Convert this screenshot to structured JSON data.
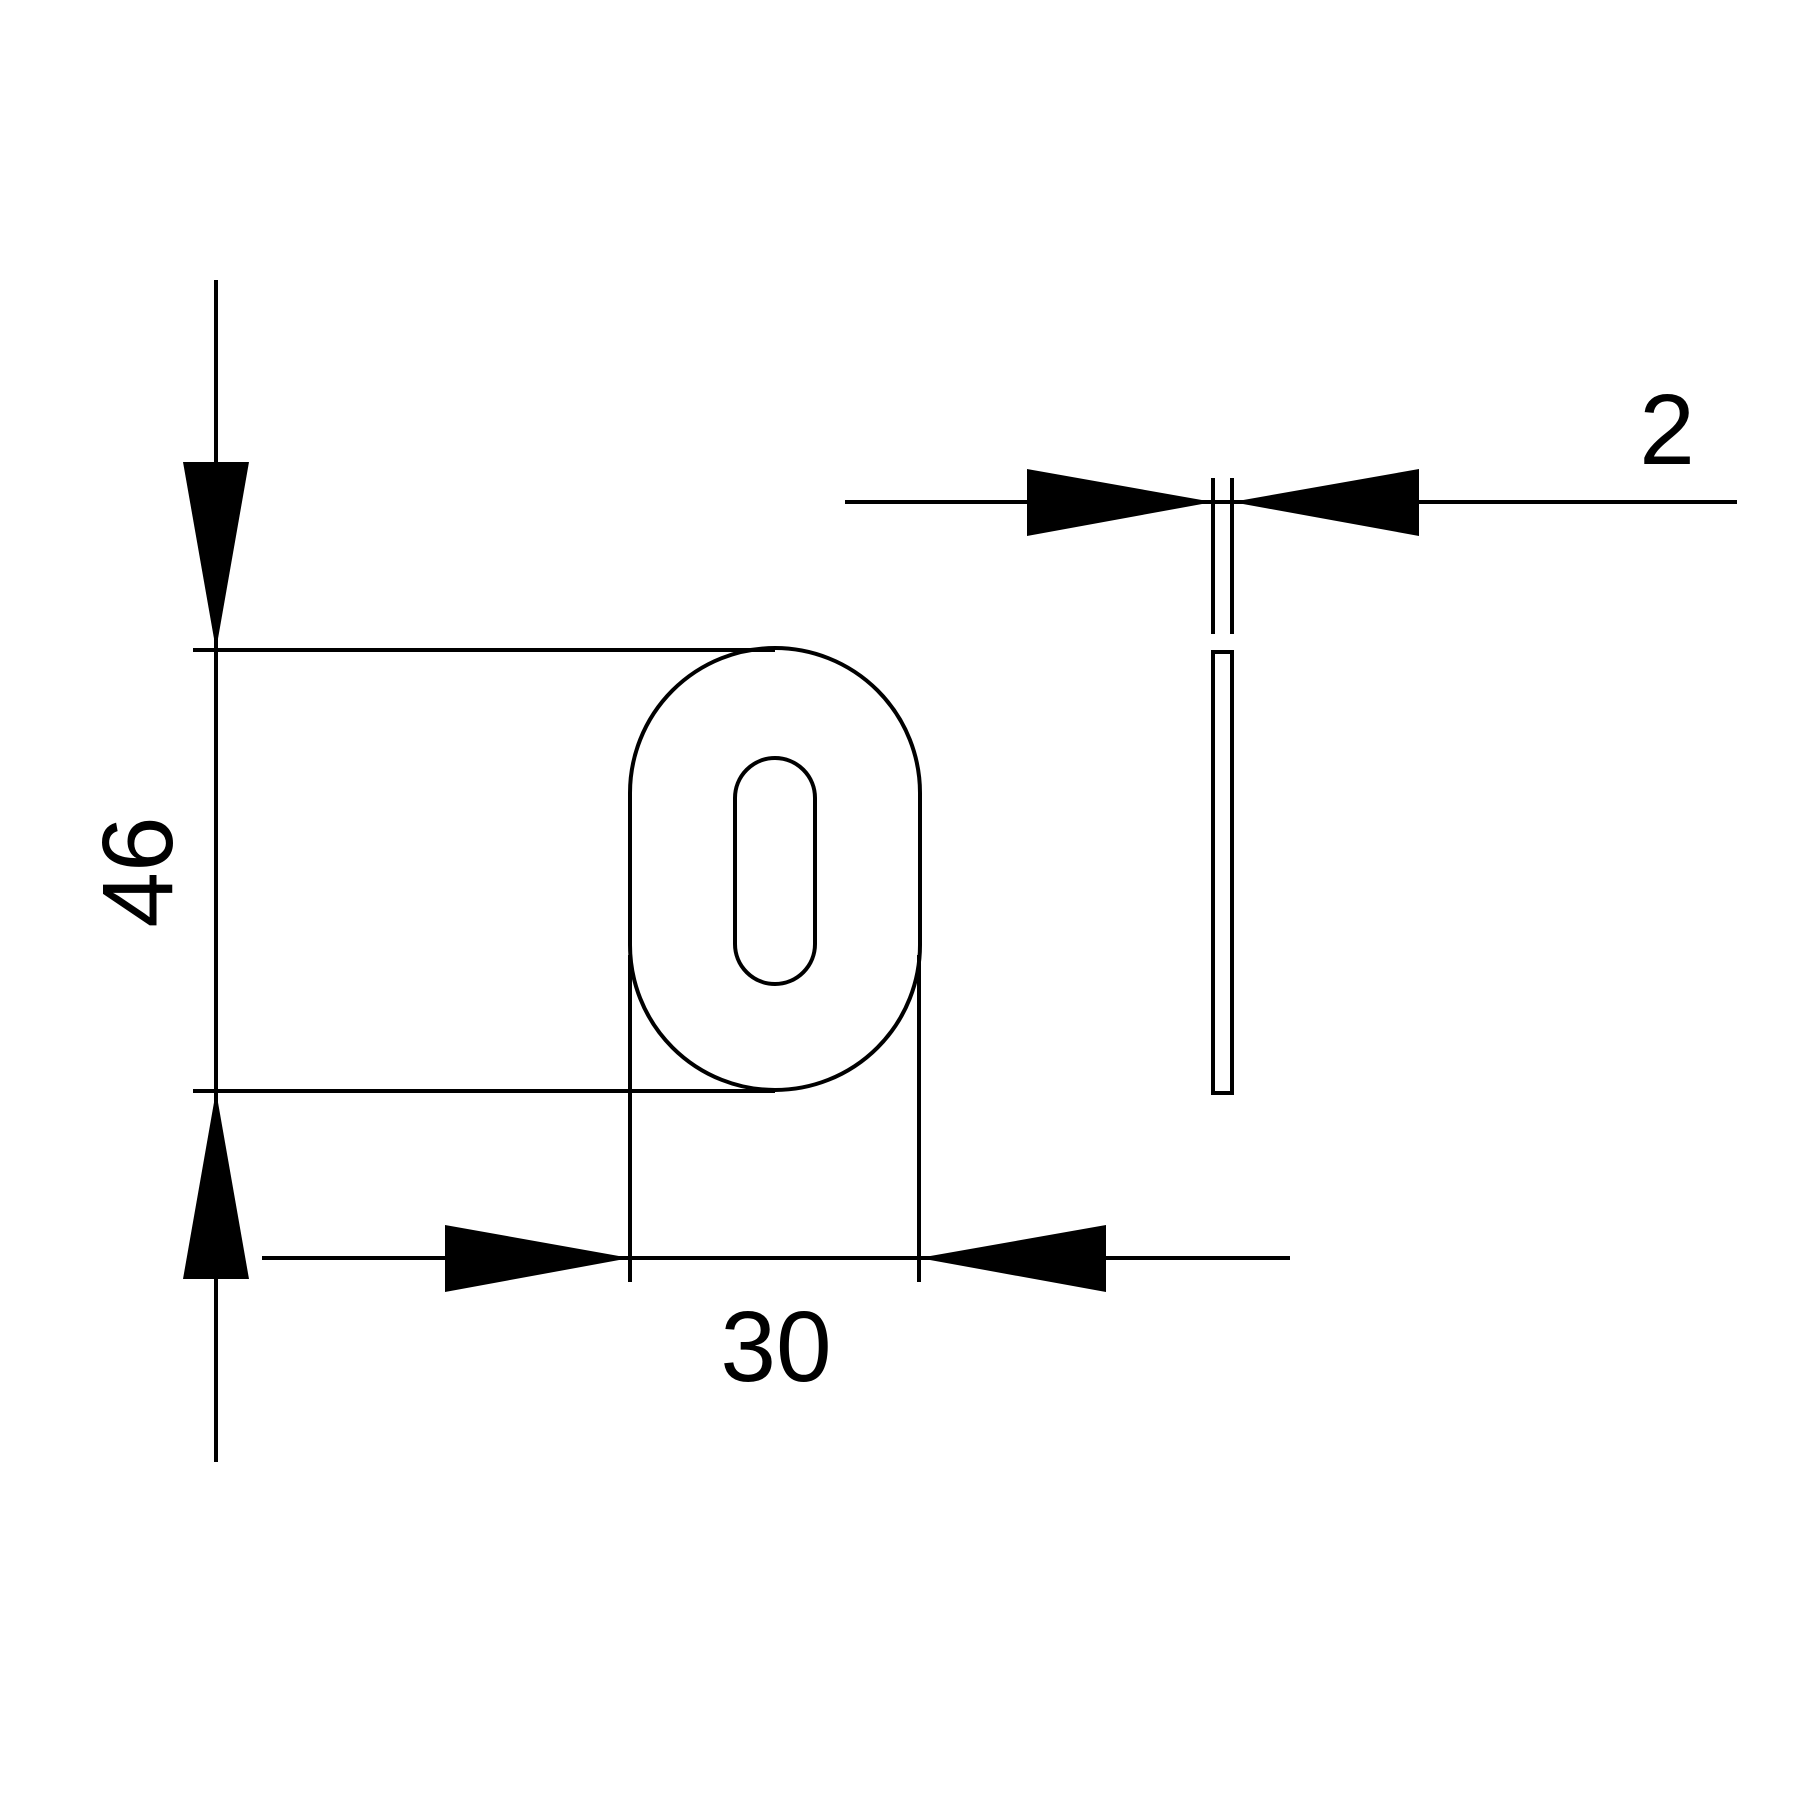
{
  "dimensions": {
    "height": "46",
    "width": "30",
    "thickness": "2"
  },
  "colors": {
    "line": "#000000",
    "background": "#ffffff"
  }
}
